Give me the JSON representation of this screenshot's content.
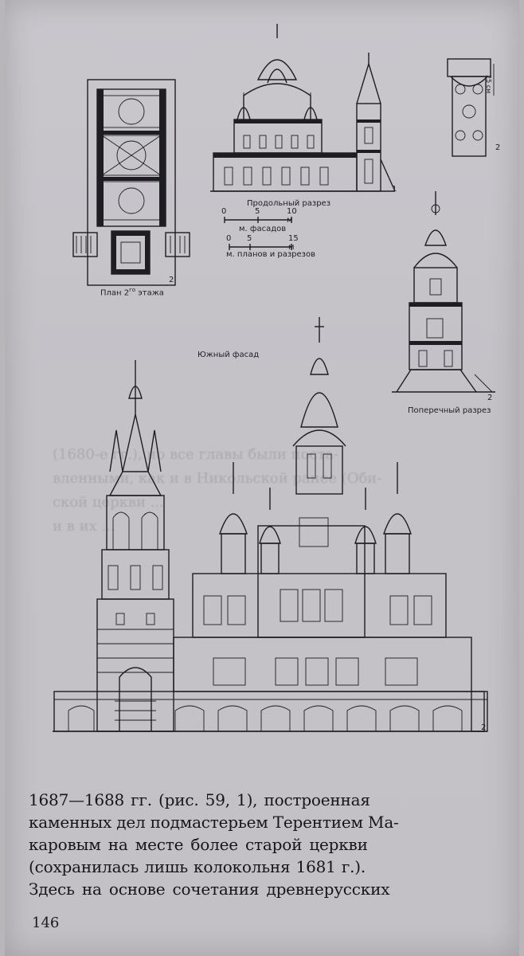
{
  "figure": {
    "labels": {
      "plan": "План 2",
      "plan_sup": "го",
      "plan_suffix": " этажа",
      "long_section": "Продольный разрез",
      "south_facade": "Южный фасад",
      "cross_section": "Поперечный разрез",
      "scale_facades": "м. фасадов",
      "scale_plans": "м. планов и разрезов",
      "capital_dim": "25 см"
    },
    "scale_ticks_facades": [
      "0",
      "5",
      "10 м"
    ],
    "scale_ticks_plans": [
      "0",
      "5",
      "15 м"
    ],
    "markers": {
      "long_section": "1",
      "capital": "2",
      "plan": "2",
      "cross_section": "2",
      "facade": "2"
    }
  },
  "text": {
    "lines": [
      "1687—1688 гг.  (рис. 59, 1),  построенная",
      "каменных  дел подмастерьем Терентием Ма-",
      "каровым на месте более старой церкви",
      "(сохранилась лишь колокольня 1681 г.).",
      "Здесь на основе сочетания древнерусских"
    ]
  },
  "page_number": "146"
}
